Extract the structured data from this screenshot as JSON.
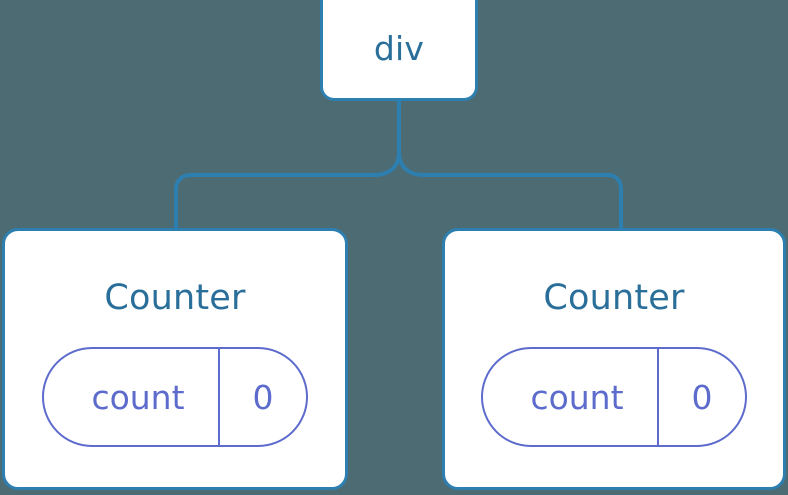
{
  "diagram": {
    "background_color": "#4d6b73",
    "node_border_color": "#2d7fb0",
    "node_text_color": "#2a6f99",
    "state_color": "#5d6ccc",
    "connector_color": "#2d7fb0",
    "root": {
      "label": "div"
    },
    "children": [
      {
        "label": "Counter",
        "state": {
          "key": "count",
          "value": "0"
        }
      },
      {
        "label": "Counter",
        "state": {
          "key": "count",
          "value": "0"
        }
      }
    ]
  }
}
